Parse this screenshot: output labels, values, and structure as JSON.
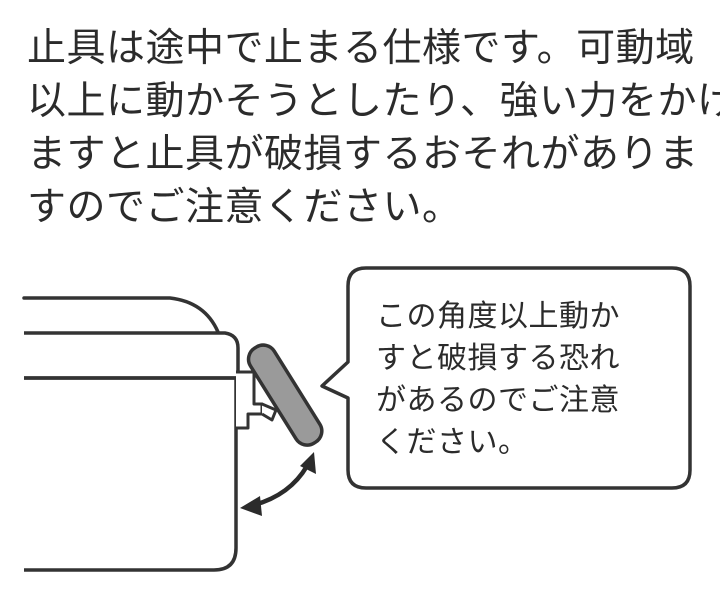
{
  "notice": {
    "lines": [
      "止具は途中で止まる仕様です。可動域",
      "以上に動かそうとしたり、強い力をかけ",
      "ますと止具が破損するおそれがありま",
      "すのでご注意ください。"
    ]
  },
  "callout": {
    "lines": [
      "この角度以上動か",
      "すと破損する恐れ",
      "があるのでご注意",
      "ください。"
    ]
  },
  "colors": {
    "text": "#2b2b2b",
    "outline": "#333333",
    "latch_fill": "#9a9a9a",
    "background": "#ffffff"
  }
}
